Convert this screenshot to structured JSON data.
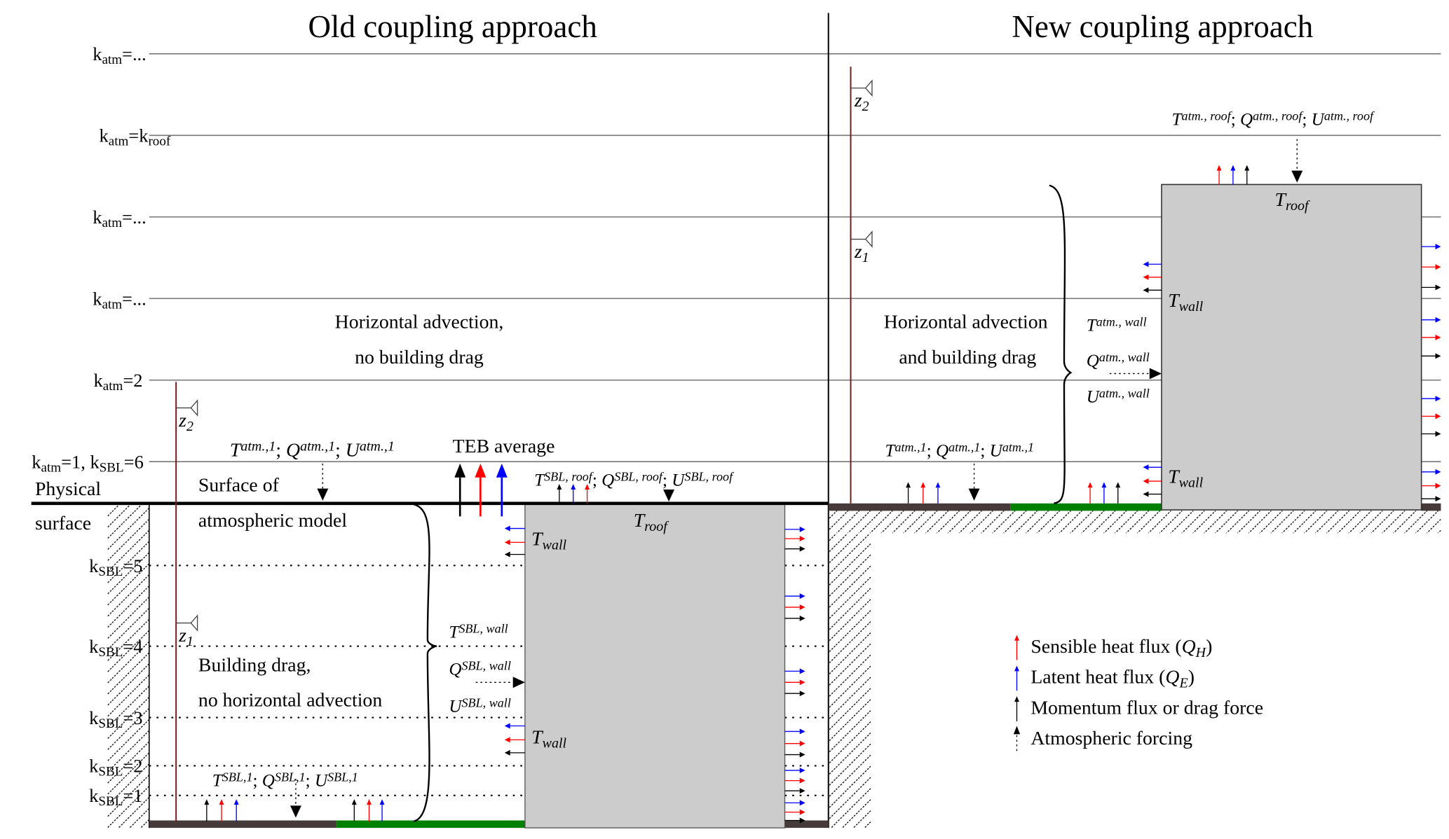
{
  "titles": {
    "old": "Old coupling approach",
    "new": "New coupling approach"
  },
  "colors": {
    "sensible": "#ff0000",
    "latent": "#0000ff",
    "momentum": "#000000",
    "building": "#cccccc",
    "pavement": "#463a3a",
    "vegetation": "#008000",
    "mast": "#7a1a1a"
  },
  "levels_atm": [
    [
      {
        "t": "k"
      },
      {
        "t": "atm",
        "s": "sub"
      },
      {
        "t": "=..."
      }
    ],
    [
      {
        "t": "k"
      },
      {
        "t": "atm",
        "s": "sub"
      },
      {
        "t": "=k"
      },
      {
        "t": "roof",
        "s": "sub"
      }
    ],
    [
      {
        "t": "k"
      },
      {
        "t": "atm",
        "s": "sub"
      },
      {
        "t": "=..."
      }
    ],
    [
      {
        "t": "k"
      },
      {
        "t": "atm",
        "s": "sub"
      },
      {
        "t": "=..."
      }
    ],
    [
      {
        "t": "k"
      },
      {
        "t": "atm",
        "s": "sub"
      },
      {
        "t": "=2"
      }
    ],
    [
      {
        "t": "k"
      },
      {
        "t": "atm",
        "s": "sub"
      },
      {
        "t": "=1, k"
      },
      {
        "t": "SBL",
        "s": "sub"
      },
      {
        "t": "=6"
      }
    ]
  ],
  "levels_sbl": [
    [
      {
        "t": "k"
      },
      {
        "t": "SBL",
        "s": "sub"
      },
      {
        "t": "=5"
      }
    ],
    [
      {
        "t": "k"
      },
      {
        "t": "SBL",
        "s": "sub"
      },
      {
        "t": "=4"
      }
    ],
    [
      {
        "t": "k"
      },
      {
        "t": "SBL",
        "s": "sub"
      },
      {
        "t": "=3"
      }
    ],
    [
      {
        "t": "k"
      },
      {
        "t": "SBL",
        "s": "sub"
      },
      {
        "t": "=2"
      }
    ],
    [
      {
        "t": "k"
      },
      {
        "t": "SBL",
        "s": "sub"
      },
      {
        "t": "=1"
      }
    ]
  ],
  "old": {
    "adv_line1": "Horizontal advection,",
    "adv_line2": "no building drag",
    "physical": "Physical",
    "surface": "surface",
    "surf_of": "Surface of",
    "atm_model": "atmospheric model",
    "teb_average": "TEB average",
    "drag_line1": "Building drag,",
    "drag_line2": "no horizontal advection",
    "forcing_atm1": [
      {
        "t": "T",
        "i": 1
      },
      {
        "t": "atm.,1",
        "s": "sup",
        "i": 1
      },
      {
        "t": "; "
      },
      {
        "t": "Q",
        "i": 1
      },
      {
        "t": "atm.,1",
        "s": "sup",
        "i": 1
      },
      {
        "t": "; "
      },
      {
        "t": "U",
        "i": 1
      },
      {
        "t": "atm.,1",
        "s": "sup",
        "i": 1
      }
    ],
    "forcing_roof": [
      {
        "t": "T",
        "i": 1
      },
      {
        "t": "SBL, roof",
        "s": "sup",
        "i": 1
      },
      {
        "t": "; "
      },
      {
        "t": "Q",
        "i": 1
      },
      {
        "t": "SBL, roof",
        "s": "sup",
        "i": 1
      },
      {
        "t": "; "
      },
      {
        "t": "U",
        "i": 1
      },
      {
        "t": "SBL, roof",
        "s": "sup",
        "i": 1
      }
    ],
    "forcing_sbl1": [
      {
        "t": "T",
        "i": 1
      },
      {
        "t": "SBL,1",
        "s": "sup",
        "i": 1
      },
      {
        "t": "; "
      },
      {
        "t": "Q",
        "i": 1
      },
      {
        "t": "SBL,1",
        "s": "sup",
        "i": 1
      },
      {
        "t": "; "
      },
      {
        "t": "U",
        "i": 1
      },
      {
        "t": "SBL,1",
        "s": "sup",
        "i": 1
      }
    ],
    "t_wall_sbl": [
      {
        "t": "T",
        "i": 1
      },
      {
        "t": "SBL, wall",
        "s": "sup",
        "i": 1
      }
    ],
    "q_wall_sbl": [
      {
        "t": "Q",
        "i": 1
      },
      {
        "t": "SBL, wall",
        "s": "sup",
        "i": 1
      }
    ],
    "u_wall_sbl": [
      {
        "t": "U",
        "i": 1
      },
      {
        "t": "SBL, wall",
        "s": "sup",
        "i": 1
      }
    ],
    "t_roof": [
      {
        "t": "T",
        "i": 1
      },
      {
        "t": "roof",
        "s": "sub",
        "i": 1
      }
    ],
    "t_wall": [
      {
        "t": "T",
        "i": 1
      },
      {
        "t": "wall",
        "s": "sub",
        "i": 1
      }
    ],
    "z2": [
      {
        "t": "z",
        "i": 1
      },
      {
        "t": "2",
        "s": "sub",
        "i": 1
      }
    ],
    "z1": [
      {
        "t": "z",
        "i": 1
      },
      {
        "t": "1",
        "s": "sub",
        "i": 1
      }
    ]
  },
  "new": {
    "adv_line1": "Horizontal advection",
    "adv_line2": "and building drag",
    "forcing_roof": [
      {
        "t": "T",
        "i": 1
      },
      {
        "t": "atm., roof",
        "s": "sup",
        "i": 1
      },
      {
        "t": "; "
      },
      {
        "t": "Q",
        "i": 1
      },
      {
        "t": "atm., roof",
        "s": "sup",
        "i": 1
      },
      {
        "t": "; "
      },
      {
        "t": "U",
        "i": 1
      },
      {
        "t": "atm., roof",
        "s": "sup",
        "i": 1
      }
    ],
    "forcing_atm1": [
      {
        "t": "T",
        "i": 1
      },
      {
        "t": "atm.,1",
        "s": "sup",
        "i": 1
      },
      {
        "t": "; "
      },
      {
        "t": "Q",
        "i": 1
      },
      {
        "t": "atm.,1",
        "s": "sup",
        "i": 1
      },
      {
        "t": "; "
      },
      {
        "t": "U",
        "i": 1
      },
      {
        "t": "atm.,1",
        "s": "sup",
        "i": 1
      }
    ],
    "t_wall_atm": [
      {
        "t": "T",
        "i": 1
      },
      {
        "t": "atm., wall",
        "s": "sup",
        "i": 1
      }
    ],
    "q_wall_atm": [
      {
        "t": "Q",
        "i": 1
      },
      {
        "t": "atm., wall",
        "s": "sup",
        "i": 1
      }
    ],
    "u_wall_atm": [
      {
        "t": "U",
        "i": 1
      },
      {
        "t": "atm., wall",
        "s": "sup",
        "i": 1
      }
    ],
    "t_roof": [
      {
        "t": "T",
        "i": 1
      },
      {
        "t": "roof",
        "s": "sub",
        "i": 1
      }
    ],
    "t_wall": [
      {
        "t": "T",
        "i": 1
      },
      {
        "t": "wall",
        "s": "sub",
        "i": 1
      }
    ],
    "z2": [
      {
        "t": "z",
        "i": 1
      },
      {
        "t": "2",
        "s": "sub",
        "i": 1
      }
    ],
    "z1": [
      {
        "t": "z",
        "i": 1
      },
      {
        "t": "1",
        "s": "sub",
        "i": 1
      }
    ]
  },
  "legend": [
    [
      {
        "t": "Sensible heat flux ("
      },
      {
        "t": "Q",
        "i": 1
      },
      {
        "t": "H",
        "s": "sub",
        "i": 1
      },
      {
        "t": ")"
      }
    ],
    [
      {
        "t": "Latent heat flux ("
      },
      {
        "t": "Q",
        "i": 1
      },
      {
        "t": "E",
        "s": "sub",
        "i": 1
      },
      {
        "t": ")"
      }
    ],
    [
      {
        "t": "Momentum flux or drag force"
      }
    ],
    [
      {
        "t": "Atmospheric forcing"
      }
    ]
  ]
}
